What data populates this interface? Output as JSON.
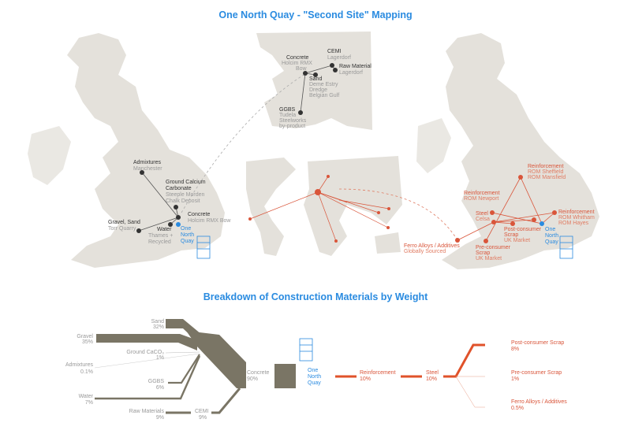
{
  "titles": {
    "mapping": "One North Quay - \"Second Site\" Mapping",
    "breakdown": "Breakdown of Construction Materials by Weight"
  },
  "uk_concrete": {
    "admixtures": {
      "name": "Admixtures",
      "place": "Manchester"
    },
    "gcc": {
      "name1": "Ground Calcium",
      "name2": "Carbonate",
      "place1": "Steeple Morden",
      "place2": "Chalk Deposit"
    },
    "concrete": {
      "name": "Concrete",
      "place": "Holcim RMX Bow"
    },
    "site": {
      "l1": "One",
      "l2": "North",
      "l3": "Quay"
    },
    "water": {
      "name": "Water",
      "place1": "Thames +",
      "place2": "Recycled"
    },
    "gravel": {
      "name": "Gravel, Sand",
      "place": "Torr Quarry"
    }
  },
  "europe": {
    "concrete": {
      "name": "Concrete",
      "p1": "Holcim RMX",
      "p2": "Bow"
    },
    "cemi": {
      "name": "CEMI",
      "place": "Lagerdorf"
    },
    "raw": {
      "name": "Raw Material",
      "place": "Lagerdorf"
    },
    "sand": {
      "name": "Sand",
      "p1": "Deme Estry",
      "p2": "Dredge",
      "p3": "Belgian Gulf"
    },
    "ggbs": {
      "name": "GGBS",
      "p1": "Tudela",
      "p2": "Steelworks",
      "p3": "by-product"
    }
  },
  "uk_steel": {
    "reinf_n": {
      "name": "Reinforcement",
      "p1": "ROM Sheffield",
      "p2": "ROM Mansfield"
    },
    "reinf_w": {
      "name": "Reinforcement",
      "p1": "ROM Newport"
    },
    "steel": {
      "name": "Steel",
      "p1": "Celsa"
    },
    "post": {
      "n1": "Post-consumer",
      "n2": "Scrap",
      "p1": "UK Market"
    },
    "reinf_e": {
      "name": "Reinforcement",
      "p1": "ROM Whitham",
      "p2": "ROM Hayes"
    },
    "site": {
      "l1": "One",
      "l2": "North",
      "l3": "Quay"
    },
    "pre": {
      "n1": "Pre-consumer",
      "n2": "Scrap",
      "p1": "UK Market"
    },
    "ferro": {
      "n1": "Ferro Alloys / Additives",
      "p1": "Globally Sourced"
    }
  },
  "breakdown": {
    "sand": {
      "name": "Sand",
      "pct": "32%"
    },
    "gravel": {
      "name": "Gravel",
      "pct": "35%"
    },
    "gcc": {
      "name": "Ground CaCO₃",
      "pct": "1%"
    },
    "admix": {
      "name": "Admixtures",
      "pct": "0.1%"
    },
    "ggbs": {
      "name": "GGBS",
      "pct": "6%"
    },
    "water": {
      "name": "Water",
      "pct": "7%"
    },
    "raw": {
      "name": "Raw Materials",
      "pct": "9%"
    },
    "cemi": {
      "name": "CEMI",
      "pct": "9%"
    },
    "concrete": {
      "name": "Concrete",
      "pct": "90%"
    },
    "site": {
      "l1": "One",
      "l2": "North",
      "l3": "Quay"
    },
    "reinf": {
      "name": "Reinforcement",
      "pct": "10%"
    },
    "steel": {
      "name": "Steel",
      "pct": "10%"
    },
    "post": {
      "name": "Post-consumer Scrap",
      "pct": "8%"
    },
    "pre": {
      "name": "Pre-consumer Scrap",
      "pct": "1%"
    },
    "ferro": {
      "name": "Ferro Alloys / Additives",
      "pct": "0.5%"
    }
  },
  "colors": {
    "concrete": "#7a7565",
    "steel": "#e0522a",
    "site": "#2a8be0",
    "land": "#e4e1db"
  }
}
